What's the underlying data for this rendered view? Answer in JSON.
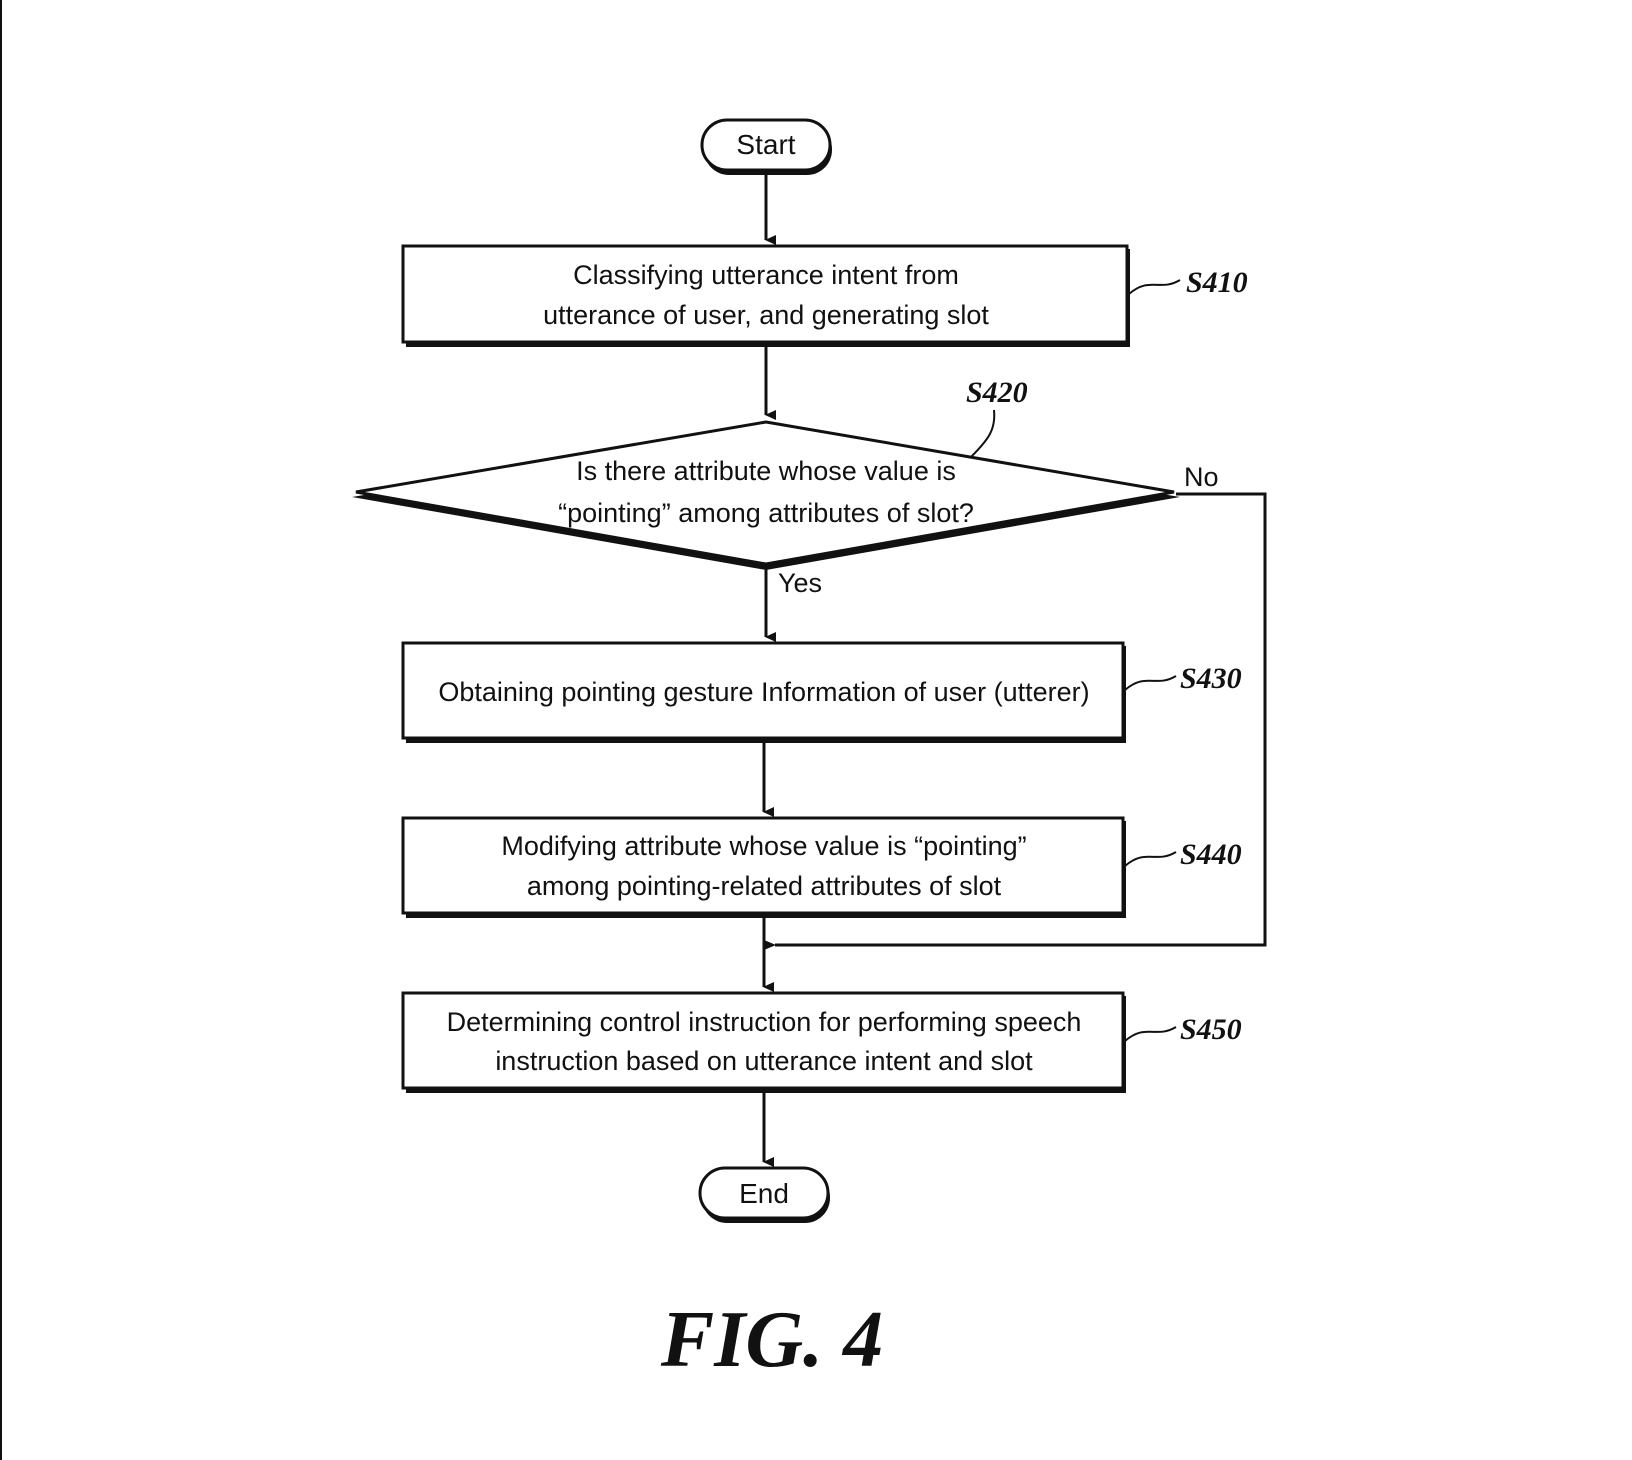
{
  "flowchart": {
    "start_label": "Start",
    "end_label": "End",
    "s410": {
      "step": "S410",
      "lines": [
        "Classifying utterance intent from",
        "utterance of user, and generating slot"
      ]
    },
    "s420": {
      "step": "S420",
      "lines": [
        "Is there attribute whose value is",
        "“pointing” among attributes of slot?"
      ],
      "yes_label": "Yes",
      "no_label": "No"
    },
    "s430": {
      "step": "S430",
      "lines": [
        "Obtaining pointing gesture Information of user (utterer)"
      ]
    },
    "s440": {
      "step": "S440",
      "lines": [
        "Modifying attribute whose value is “pointing”",
        "among pointing-related attributes of slot"
      ]
    },
    "s450": {
      "step": "S450",
      "lines": [
        "Determining control instruction for performing speech",
        "instruction based on utterance intent and slot"
      ]
    }
  },
  "figure_label": "FIG. 4"
}
